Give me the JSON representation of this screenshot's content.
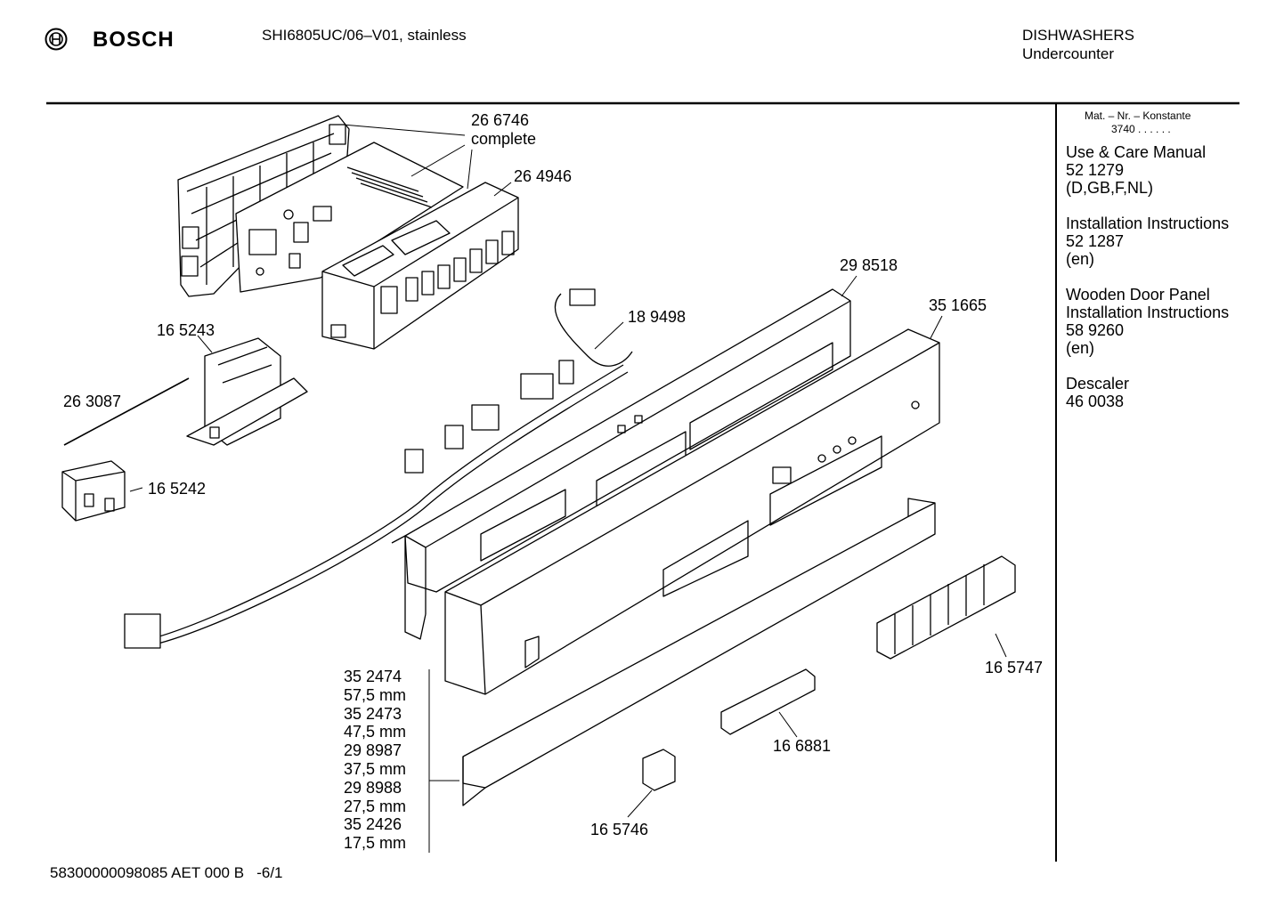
{
  "header": {
    "brand": "BOSCH",
    "model": "SHI6805UC/06–V01, stainless",
    "category": "DISHWASHERS",
    "subcategory": "Undercounter"
  },
  "sidebar": {
    "mat_heading": "Mat. – Nr. – Konstante",
    "mat_value": "3740  .   .     .   .   .   .",
    "docs": [
      {
        "title": "Use & Care Manual",
        "number": "52 1279",
        "lang": "(D,GB,F,NL)"
      },
      {
        "title": "Installation Instructions",
        "number": "52 1287",
        "lang": "(en)"
      },
      {
        "title": "Wooden Door Panel",
        "title2": "Installation Instructions",
        "number": "58 9260",
        "lang": "(en)"
      },
      {
        "title": "Descaler",
        "number": "46 0038"
      }
    ]
  },
  "parts": {
    "p266746": "26 6746",
    "p266746_note": "complete",
    "p264946": "26 4946",
    "p298518": "29 8518",
    "p351665": "35 1665",
    "p189498": "18 9498",
    "p165243": "16 5243",
    "p263087": "26 3087",
    "p165242": "16 5242",
    "p165747": "16 5747",
    "p166881": "16 6881",
    "p165746": "16 5746"
  },
  "variants": [
    "35 2474",
    "57,5 mm",
    "35 2473",
    "47,5 mm",
    "29 8987",
    "37,5 mm",
    "29 8988",
    "27,5 mm",
    "35 2426",
    "17,5 mm"
  ],
  "footer": {
    "code": "58300000098085 AET 000 B   -6/1"
  }
}
